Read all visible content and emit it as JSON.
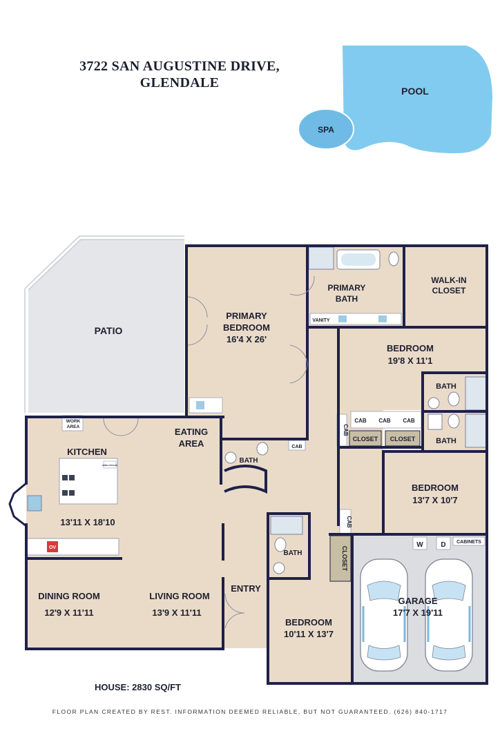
{
  "header": {
    "address_line1": "3722 SAN AUGUSTINE DRIVE,",
    "address_line2": "GLENDALE"
  },
  "outdoor": {
    "pool": "POOL",
    "spa": "SPA",
    "patio": "PATIO"
  },
  "rooms": {
    "primary_bedroom": {
      "name_line1": "PRIMARY",
      "name_line2": "BEDROOM",
      "size": "16'4 X 26'"
    },
    "primary_bath": {
      "name_line1": "PRIMARY",
      "name_line2": "BATH"
    },
    "walk_in_closet": {
      "name_line1": "WALK-IN",
      "name_line2": "CLOSET"
    },
    "vanity": "VANITY",
    "bedroom_2": {
      "name": "BEDROOM",
      "size": "19'8 X 11'1"
    },
    "bath_2": "BATH",
    "bath_3": "BATH",
    "bedroom_3": {
      "name": "BEDROOM",
      "size": "13'7 X 10'7"
    },
    "kitchen": {
      "name": "KITCHEN",
      "size": "13'11 X 18'10"
    },
    "work_area": {
      "line1": "WORK",
      "line2": "AREA"
    },
    "eating_area": {
      "line1": "EATING",
      "line2": "AREA"
    },
    "bath_half": "BATH",
    "bath_hall": "BATH",
    "dining_room": {
      "name": "DINING ROOM",
      "size": "12'9 X 11'11"
    },
    "living_room": {
      "name": "LIVING ROOM",
      "size": "13'9 X 11'11"
    },
    "entry": "ENTRY",
    "bedroom_4": {
      "name": "BEDROOM",
      "size": "10'11 X 13'7"
    },
    "garage": {
      "name": "GARAGE",
      "size": "17'7 X 19'11"
    },
    "closet_hall_1": "CLOSET",
    "closet_hall_2": "CLOSET",
    "closet_vertical": "CLOSET",
    "cab_labels": [
      "CAB",
      "CAB",
      "CAB"
    ],
    "cab_vertical_1": "CAB",
    "cab_vertical_2": "CAB",
    "cab_bath": "CAB",
    "washer": "W",
    "dryer": "D",
    "cabinets": "CABINETS",
    "oven": "OV",
    "wine_cooler": "WINE COOLER"
  },
  "summary": {
    "house_area": "HOUSE: 2830 SQ/FT"
  },
  "footer": {
    "disclaimer": "FLOOR PLAN CREATED BY REST. INFORMATION DEEMED RELIABLE, BUT NOT GUARANTEED. (626) 840-1717"
  },
  "colors": {
    "wall": "#1e2148",
    "floor": "#e9d9c8",
    "pool": "#7ec8ee",
    "patio": "#e6e7ea",
    "garage_floor": "#dcdde0",
    "closet": "#c6bda2"
  }
}
